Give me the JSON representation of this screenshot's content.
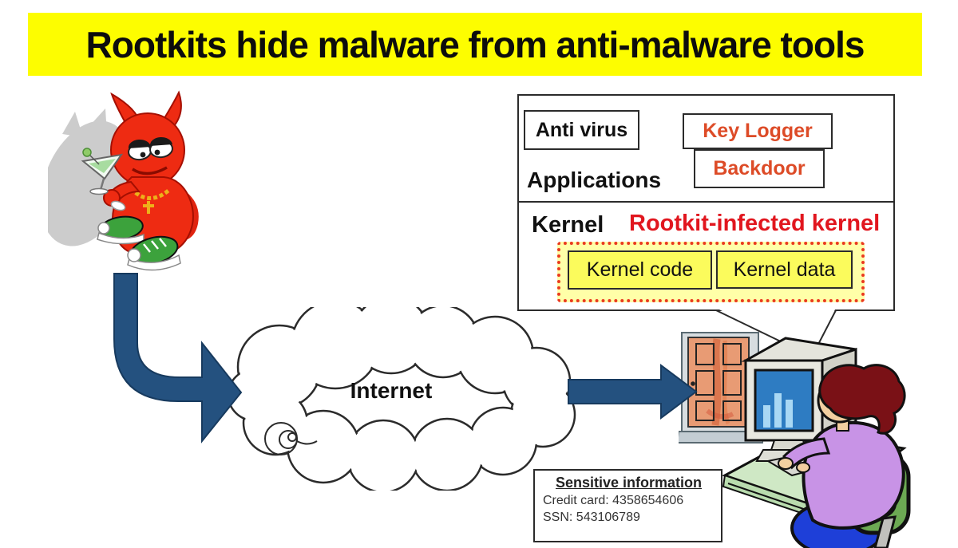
{
  "slide": {
    "title": "Rootkits hide malware from anti-malware tools"
  },
  "system_box": {
    "boxes": {
      "anti_virus": "Anti virus",
      "key_logger": "Key Logger",
      "backdoor": "Backdoor",
      "kernel_code": "Kernel code",
      "kernel_data": "Kernel data"
    },
    "labels": {
      "applications": "Applications",
      "kernel": "Kernel",
      "rootkit_infected": "Rootkit-infected kernel"
    }
  },
  "network": {
    "cloud_label": "Internet"
  },
  "sensitive_info": {
    "heading": "Sensitive information",
    "lines": [
      "Credit card: 4358654606",
      "SSN: 543106789"
    ]
  },
  "illustrations": {
    "devil": "devil-mascot-icon",
    "cloud": "internet-cloud-icon",
    "curved_arrow": "curved-arrow-icon",
    "straight_arrow": "right-arrow-icon",
    "door": "backdoor-door-icon",
    "computer_user": "victim-computer-user-icon"
  },
  "colors": {
    "banner_bg": "#FDFD00",
    "arrow_blue": "#24517F",
    "alert_red": "#E1161E",
    "malware_orange": "#DD4B27",
    "dotted_border": "#EA3A20",
    "kernel_fill": "#FBFB5C",
    "dotted_fill": "#FFFFA8"
  }
}
